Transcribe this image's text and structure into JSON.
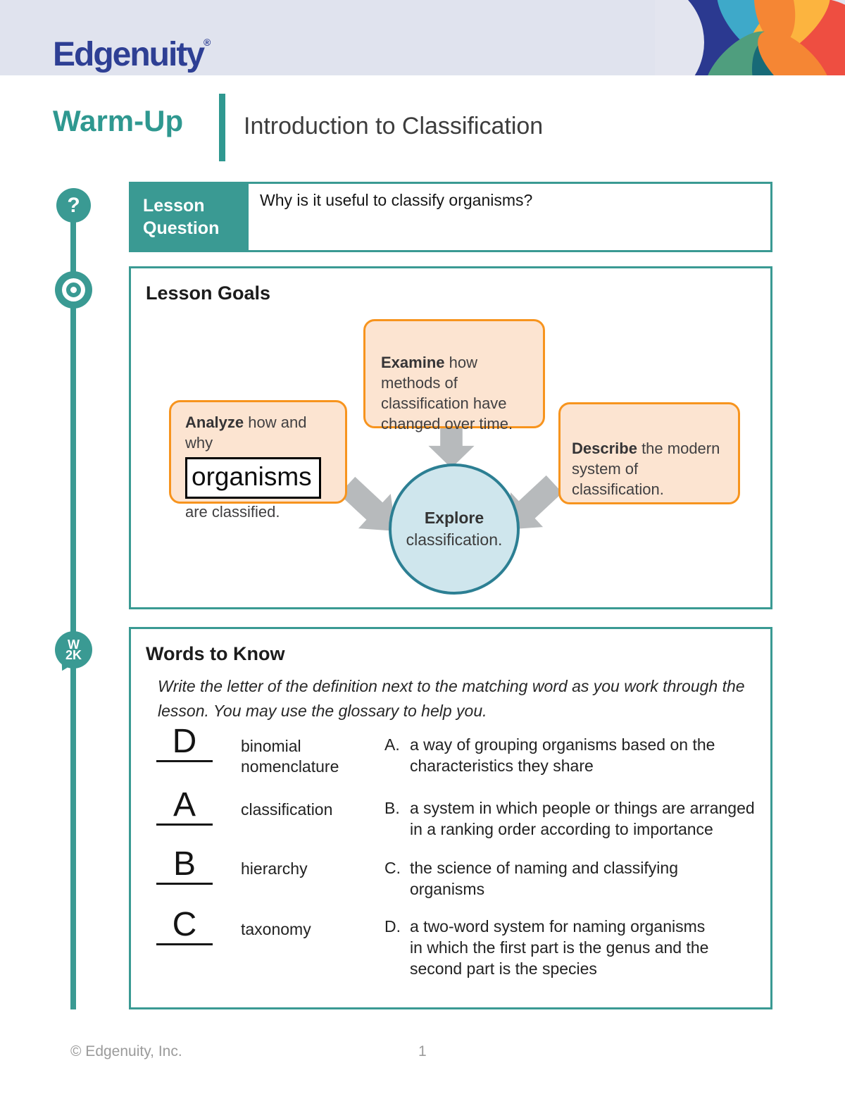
{
  "header": {
    "brand": "Edgenuity",
    "registered_mark": "®"
  },
  "titlebar": {
    "section": "Warm-Up",
    "lesson_title": "Introduction to Classification"
  },
  "timeline": {
    "question_glyph": "?",
    "w2k_line1": "W",
    "w2k_line2": "2K"
  },
  "lesson_question": {
    "label": "Lesson Question",
    "question": "Why is it useful to classify organisms?"
  },
  "lesson_goals": {
    "heading": "Lesson Goals",
    "analyze": {
      "bold": "Analyze",
      "rest": " how and why",
      "answer": "organisms",
      "tail": "are classified."
    },
    "examine": {
      "bold": "Examine",
      "rest": " how methods of",
      "lines": [
        "classification have",
        "changed over time."
      ]
    },
    "describe": {
      "bold": "Describe",
      "rest": " the modern",
      "lines": [
        "system of classification."
      ]
    },
    "center": {
      "bold": "Explore",
      "text": "classification."
    }
  },
  "words_to_know": {
    "heading": "Words to Know",
    "instructions_lines": [
      "Write the letter of the definition next to the matching word as you work through the",
      "lesson. You may use the glossary to help you."
    ],
    "terms": [
      {
        "answer": "D",
        "lines": [
          "binomial",
          "nomenclature"
        ]
      },
      {
        "answer": "A",
        "lines": [
          "classification"
        ]
      },
      {
        "answer": "B",
        "lines": [
          "hierarchy"
        ]
      },
      {
        "answer": "C",
        "lines": [
          "taxonomy"
        ]
      }
    ],
    "definitions": [
      {
        "letter": "A.",
        "lines": [
          "a way of grouping organisms based on the",
          "characteristics they share"
        ]
      },
      {
        "letter": "B.",
        "lines": [
          "a system in which people or things are arranged",
          "in a ranking order according to importance"
        ]
      },
      {
        "letter": "C.",
        "lines": [
          "the science of naming and classifying",
          "organisms"
        ]
      },
      {
        "letter": "D.",
        "lines": [
          "a two-word system for naming organisms",
          "in which the first part is the genus and the",
          "second part is the species"
        ]
      }
    ]
  },
  "footer": {
    "copyright": "© Edgenuity, Inc.",
    "page_number": "1"
  },
  "colors": {
    "teal_accent": "#3a9a93",
    "brand_blue": "#2e3f94",
    "header_bar": "#e0e3ee",
    "goal_fill": "#fce4d1",
    "goal_border": "#f7941e",
    "circle_fill": "#cfe6ed",
    "circle_border": "#2c7f93",
    "arrow_gray": "#b7babc",
    "footer_gray": "#9b9b9b"
  }
}
